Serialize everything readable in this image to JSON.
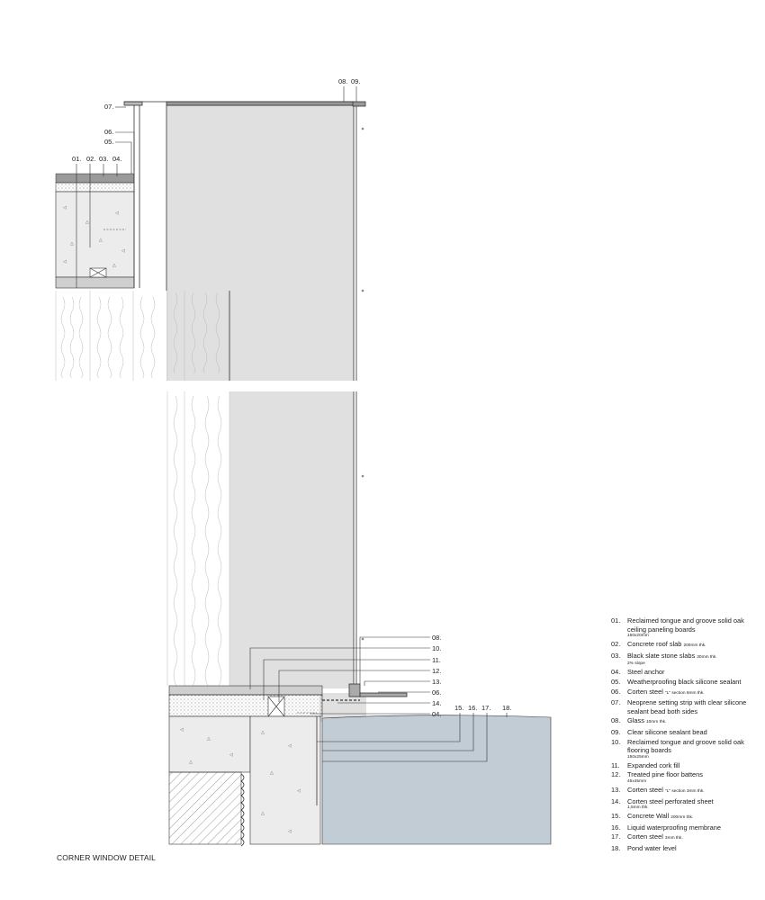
{
  "drawing_title": "CORNER WINDOW DETAIL",
  "callouts": {
    "c01": "01.",
    "c02": "02.",
    "c03": "03.",
    "c04_top": "04.",
    "c05": "05.",
    "c06_top": "06.",
    "c07": "07.",
    "c08_top": "08.",
    "c09_top": "09.",
    "c08": "08.",
    "c10": "10.",
    "c11": "11.",
    "c12": "12.",
    "c13": "13.",
    "c06": "06.",
    "c14": "14.",
    "c04": "04.",
    "c15": "15.",
    "c16": "16.",
    "c17": "17.",
    "c18": "18."
  },
  "legend": [
    {
      "num": "01.",
      "text": "Reclaimed tongue and groove solid oak ceiling paneling boards",
      "inline": "",
      "sub": "150x20mm"
    },
    {
      "num": "02.",
      "text": "Concrete roof slab",
      "inline": "200mm thk.",
      "sub": ""
    },
    {
      "num": "03.",
      "text": "Black slate stone slabs",
      "inline": "30mm thk.",
      "sub": "2% slope"
    },
    {
      "num": "04.",
      "text": "Steel anchor",
      "inline": "",
      "sub": ""
    },
    {
      "num": "05.",
      "text": "Weatherproofing black silicone sealant",
      "inline": "",
      "sub": ""
    },
    {
      "num": "06.",
      "text": "Corten steel",
      "inline": "\"L\" section 6mm thk.",
      "sub": ""
    },
    {
      "num": "07.",
      "text": "Neoprene setting strip with clear silicone sealant bead both sides",
      "inline": "",
      "sub": ""
    },
    {
      "num": "08.",
      "text": "Glass",
      "inline": "10mm thk.",
      "sub": ""
    },
    {
      "num": "09.",
      "text": "Clear silicone sealant bead",
      "inline": "",
      "sub": ""
    },
    {
      "num": "10.",
      "text": "Reclaimed tongue and groove solid oak flooring boards",
      "inline": "",
      "sub": "150x25mm"
    },
    {
      "num": "11.",
      "text": "Expanded cork fill",
      "inline": "",
      "sub": ""
    },
    {
      "num": "12.",
      "text": "Treated pine floor battens",
      "inline": "",
      "sub": "45x45mm"
    },
    {
      "num": "13.",
      "text": "Corten steel",
      "inline": "\"L\" section 3mm thk.",
      "sub": ""
    },
    {
      "num": "14.",
      "text": "Corten steel perforated sheet",
      "inline": "",
      "sub": "1,5mm thk."
    },
    {
      "num": "15.",
      "text": "Concrete Wall",
      "inline": "200mm thk.",
      "sub": ""
    },
    {
      "num": "16.",
      "text": "Liquid waterproofing membrane",
      "inline": "",
      "sub": ""
    },
    {
      "num": "17.",
      "text": "Corten steel",
      "inline": "3mm thk.",
      "sub": ""
    },
    {
      "num": "18.",
      "text": "Pond water level",
      "inline": "",
      "sub": ""
    }
  ],
  "colors": {
    "glass_panel": "#e0e0e0",
    "water": "#c2ccd5",
    "concrete": "#ececec",
    "slate": "#9a9a9a",
    "line": "#333333"
  }
}
